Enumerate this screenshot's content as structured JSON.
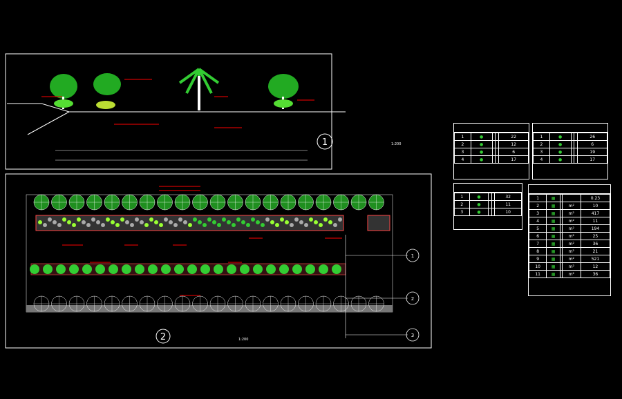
{
  "section": {
    "number": "1",
    "title": "",
    "scale": "1:200"
  },
  "plan": {
    "number": "2",
    "title": "",
    "scale": "1:200"
  },
  "section_markers": [
    "1",
    "2",
    "3"
  ],
  "legend_tables": [
    {
      "id": "tree-table",
      "rows": [
        [
          "1",
          "22"
        ],
        [
          "2",
          "12"
        ],
        [
          "3",
          "6"
        ],
        [
          "4",
          "17"
        ]
      ]
    },
    {
      "id": "shrub-table",
      "rows": [
        [
          "1",
          "26"
        ],
        [
          "2",
          "6"
        ],
        [
          "3",
          "19"
        ],
        [
          "4",
          "17"
        ]
      ]
    },
    {
      "id": "palm-table",
      "rows": [
        [
          "1",
          "32"
        ],
        [
          "2",
          "11"
        ],
        [
          "3",
          "10"
        ]
      ]
    },
    {
      "id": "ground-table",
      "rows": [
        [
          "1",
          "",
          "",
          "0.23"
        ],
        [
          "2",
          "",
          "m²",
          "10"
        ],
        [
          "3",
          "",
          "m²",
          "417"
        ],
        [
          "4",
          "",
          "m²",
          "11"
        ],
        [
          "5",
          "",
          "m²",
          "194"
        ],
        [
          "6",
          "",
          "m²",
          "25"
        ],
        [
          "7",
          "",
          "m²",
          "36"
        ],
        [
          "8",
          "",
          "m²",
          "21"
        ],
        [
          "9",
          "",
          "m²",
          "521"
        ],
        [
          "10",
          "",
          "m²",
          "12"
        ],
        [
          "11",
          "",
          "m²",
          "36"
        ]
      ]
    }
  ],
  "colors": {
    "background": "#000000",
    "linework": "#ffffff",
    "label": "#ff0000",
    "tree": "#33cc33",
    "shrub": "#99ff33",
    "road": "#777777"
  }
}
